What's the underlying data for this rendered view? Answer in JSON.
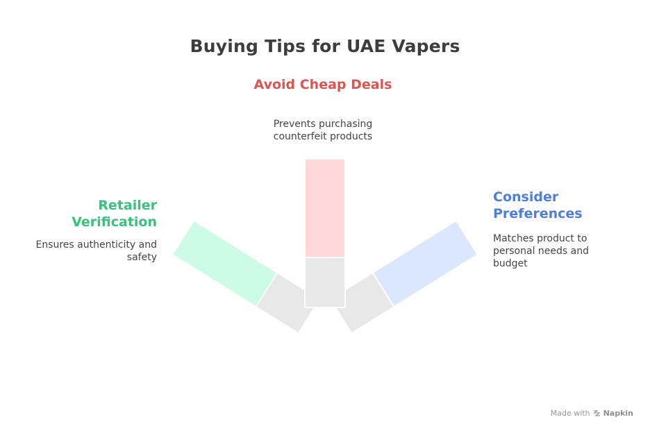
{
  "title": "Buying Tips for UAE Vapers",
  "tips": [
    {
      "heading": "Avoid Cheap Deals",
      "description": "Prevents purchasing counterfeit products",
      "color": "#e0534f",
      "fill": "#ffd9d9"
    },
    {
      "heading": "Retailer Verification",
      "description": "Ensures authenticity and safety",
      "color": "#35c47a",
      "fill": "#ccfce6"
    },
    {
      "heading": "Consider Preferences",
      "description": "Matches product to personal needs and budget",
      "color": "#4a7fe0",
      "fill": "#dbe7fe"
    }
  ],
  "footer": {
    "made_with": "Made with",
    "brand": "Napkin",
    "icon": "napkin-logo-icon"
  }
}
